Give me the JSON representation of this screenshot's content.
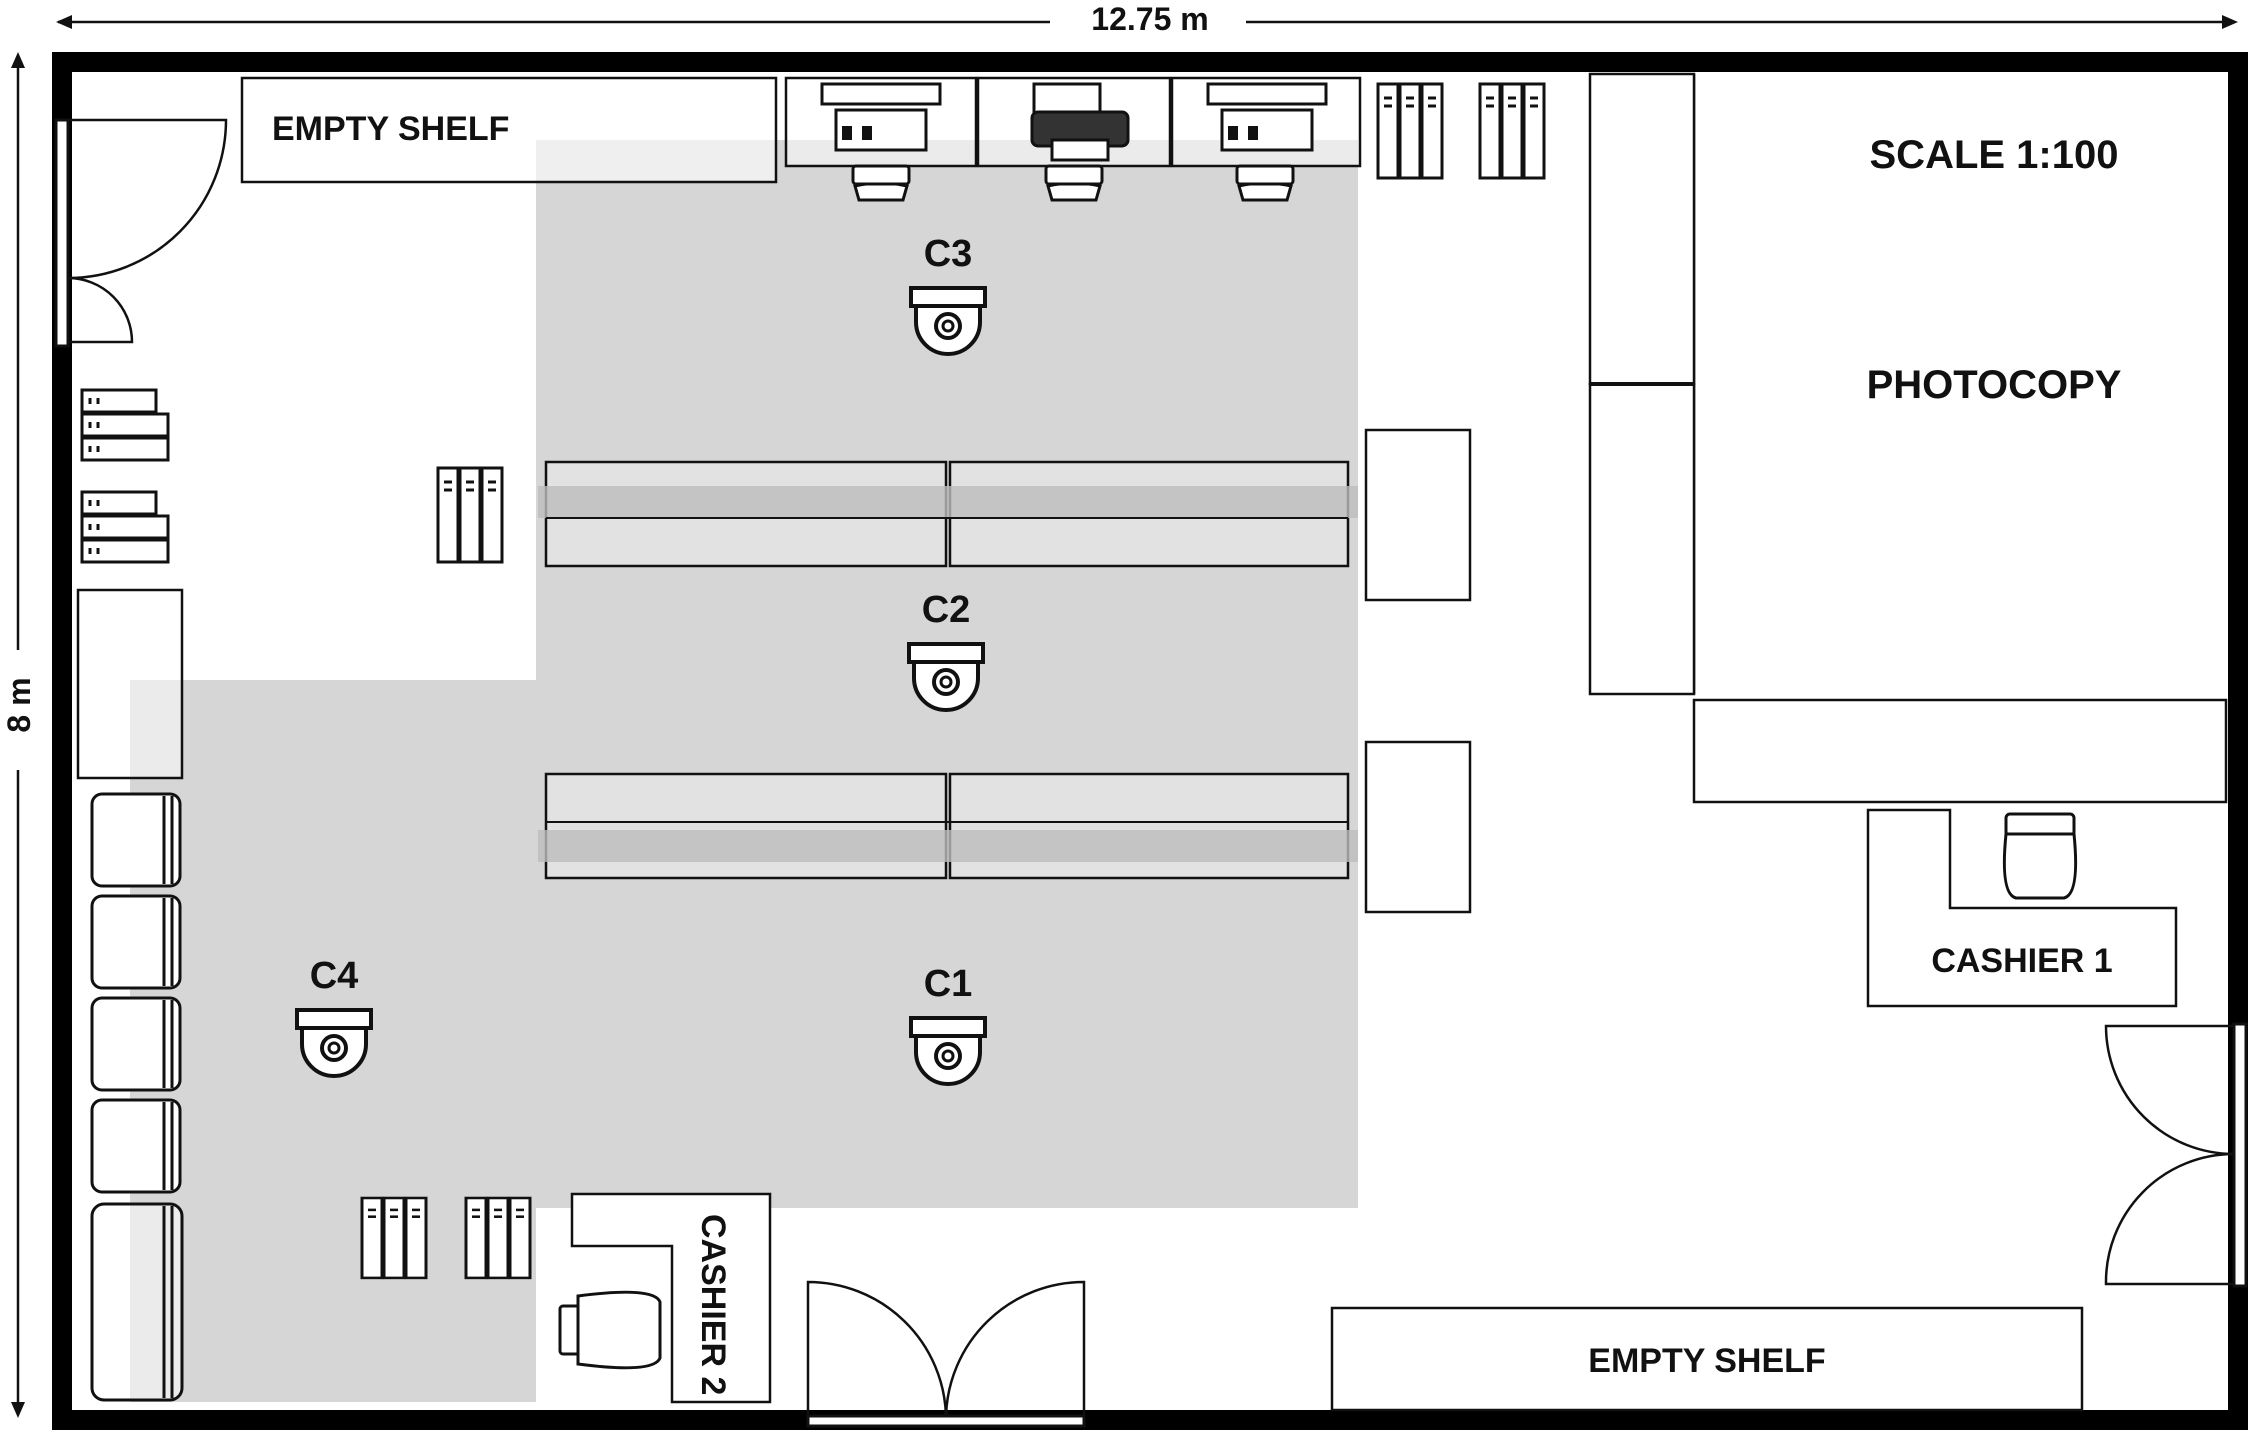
{
  "dimensions": {
    "width": "12.75 m",
    "height": "8 m"
  },
  "scale": "SCALE 1:100",
  "rooms": {
    "photocopy": "PHOTOCOPY"
  },
  "labels": {
    "empty_shelf_top": "EMPTY SHELF",
    "empty_shelf_bottom": "EMPTY SHELF",
    "cashier_1": "CASHIER 1",
    "cashier_2": "CASHIER 2"
  },
  "cameras": [
    {
      "id": "C3",
      "label": "C3"
    },
    {
      "id": "C2",
      "label": "C2"
    },
    {
      "id": "C1",
      "label": "C1"
    },
    {
      "id": "C4",
      "label": "C4"
    }
  ],
  "colors": {
    "wall": "#000000",
    "coverage": "#c8c8c8",
    "line": "#333333"
  }
}
